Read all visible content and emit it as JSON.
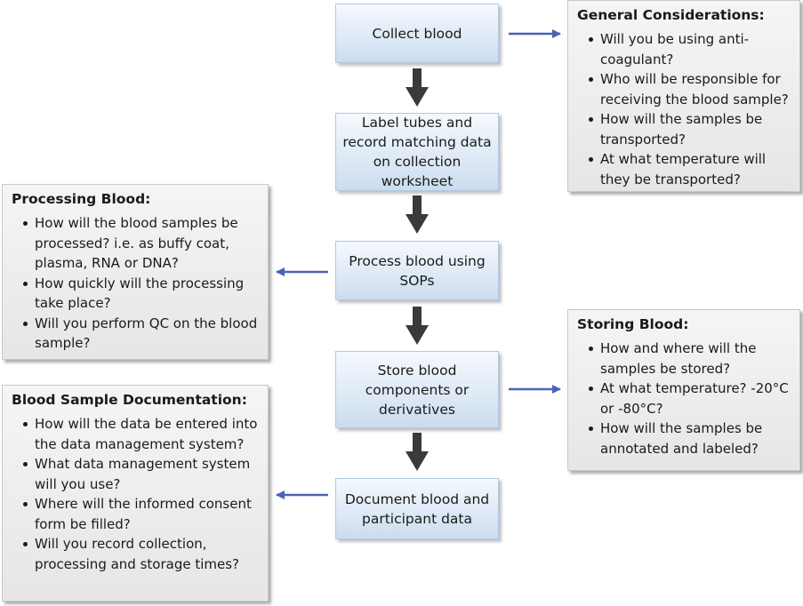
{
  "flow_steps": [
    {
      "id": "collect",
      "text": "Collect blood"
    },
    {
      "id": "label",
      "text": "Label tubes and record matching data on collection worksheet"
    },
    {
      "id": "process",
      "text": "Process blood using SOPs"
    },
    {
      "id": "store",
      "text": "Store blood components or derivatives"
    },
    {
      "id": "document",
      "text": "Document blood and participant data"
    }
  ],
  "notes": {
    "general": {
      "title": "General Considerations:",
      "items": [
        "Will you be using anti-coagulant?",
        "Who will be responsible for receiving the blood sample?",
        "How will the samples be transported?",
        "At what temperature will they be transported?"
      ]
    },
    "processing": {
      "title": "Processing Blood:",
      "items": [
        "How will the blood samples be processed? i.e. as buffy coat, plasma, RNA or DNA?",
        "How quickly will the processing take place?",
        "Will you perform QC on the blood sample?"
      ]
    },
    "storing": {
      "title": "Storing Blood:",
      "items": [
        "How and where will the samples be stored?",
        "At what temperature? -20°C or -80°C?",
        "How will the samples be annotated and labeled?"
      ]
    },
    "documentation": {
      "title": "Blood Sample Documentation:",
      "items": [
        "How will the data be entered into the data management system?",
        "What data management system will you use?",
        "Where will the informed consent form be filled?",
        "Will you record collection, processing and storage times?"
      ]
    }
  },
  "colors": {
    "flow_arrow": "#3a3a3a",
    "side_arrow": "#4a62b8",
    "step_fill": "#dfeaf6",
    "note_fill": "#e9e9e9"
  }
}
